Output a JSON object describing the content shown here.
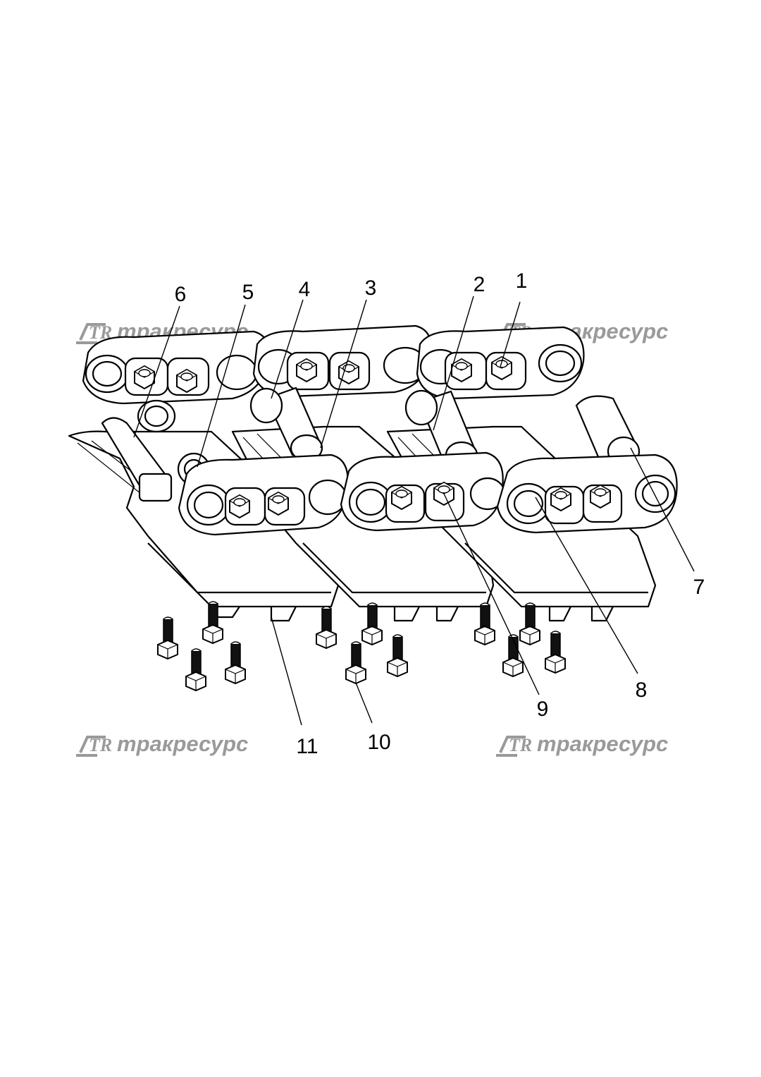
{
  "watermarks": {
    "logo": "TR",
    "text": "тракресурс",
    "color": "#9a9a9a"
  },
  "callouts": [
    "1",
    "2",
    "3",
    "4",
    "5",
    "6",
    "7",
    "8",
    "9",
    "10",
    "11"
  ],
  "colors": {
    "line": "#000000",
    "fill": "#ffffff",
    "bolt_thread": "#111111"
  }
}
